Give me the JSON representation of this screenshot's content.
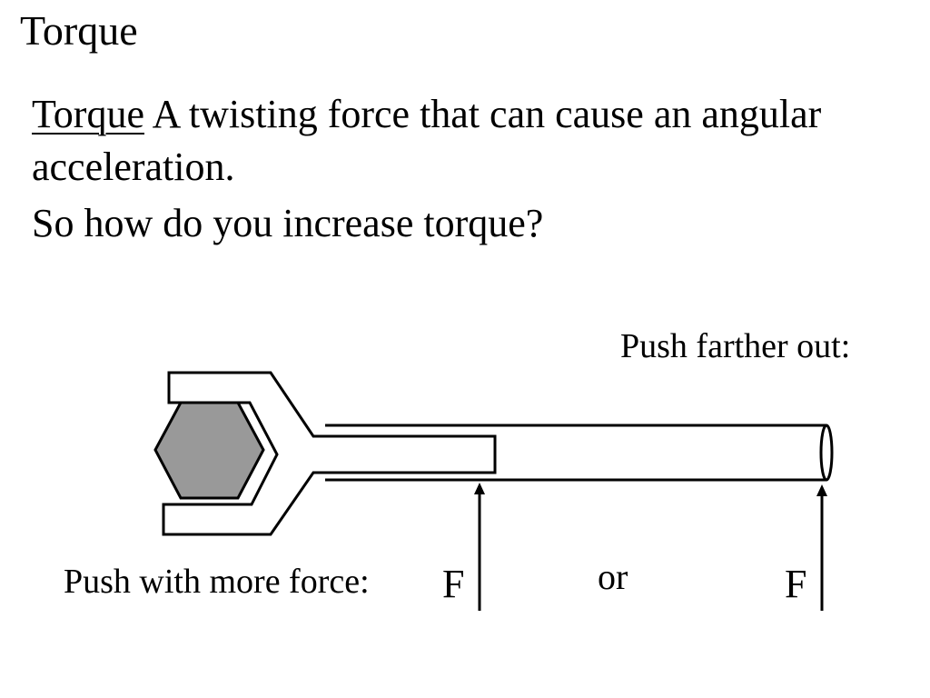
{
  "slide": {
    "title": "Torque"
  },
  "definition": {
    "term": "Torque",
    "text": " A twisting force that can cause an angular acceleration."
  },
  "question": "So how do you increase torque?",
  "diagram": {
    "label_farther": "Push farther out:",
    "label_more_force": "Push with more force:",
    "label_or": "or",
    "force_label_1": "F",
    "force_label_2": "F",
    "colors": {
      "nut_fill": "#999999",
      "stroke": "#000000",
      "background": "#ffffff"
    }
  }
}
